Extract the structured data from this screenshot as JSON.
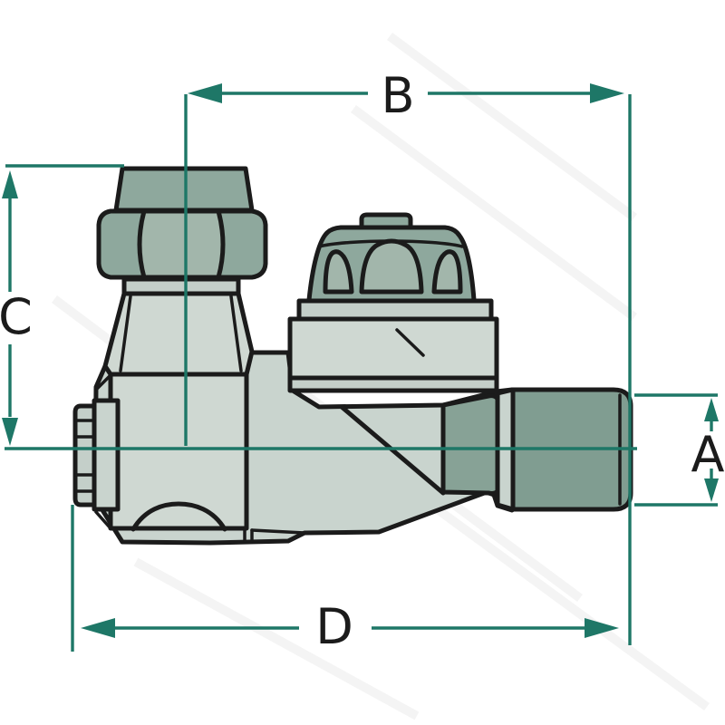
{
  "diagram": {
    "title": "valve dimensional drawing",
    "type": "technical-drawing",
    "subject": "angle valve side view with union nut, bonnet cap, ribbed inlet and threaded outlet",
    "labels": {
      "width_top": "B",
      "height_left": "C",
      "outlet_right": "A",
      "width_bottom": "D"
    },
    "colors": {
      "dimension_teal": "#1e7767",
      "ink": "#1b1b1b",
      "body_light": "#c9d4ce",
      "body_face": "#cfd8d2",
      "band_gray": "#c4cfc9",
      "metal_green": "#8ea89d",
      "metal_green_light": "#a2b6ab",
      "metal_green_dark": "#809d91",
      "neck_green": "#87a296",
      "background": "#ffffff"
    },
    "components": [
      "union-tailpiece",
      "union-hex-nut",
      "union-washer",
      "union-tube",
      "bonnet-dome",
      "bonnet-collar",
      "bonnet-band",
      "valve-body",
      "inlet-ribbed-cap",
      "outlet-neck",
      "outlet-male-thread",
      "centerline"
    ]
  }
}
